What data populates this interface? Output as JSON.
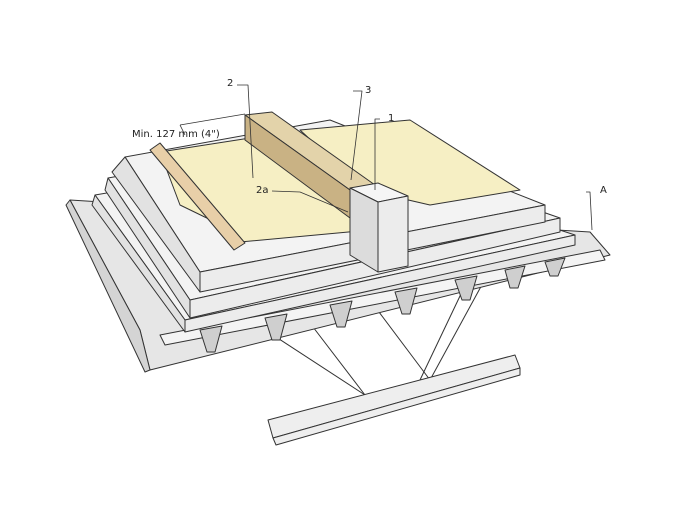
{
  "labels": {
    "min_width": "Min. 127 mm (4\")",
    "item_2": "2",
    "item_3": "3",
    "item_1": "1",
    "item_2a": "2a",
    "item_a": "A"
  },
  "colors": {
    "membrane": "#f6efc4",
    "curb": "#d8c49a",
    "board": "#f2f2f2",
    "deck": "#e6e6e6",
    "line": "#333333"
  }
}
